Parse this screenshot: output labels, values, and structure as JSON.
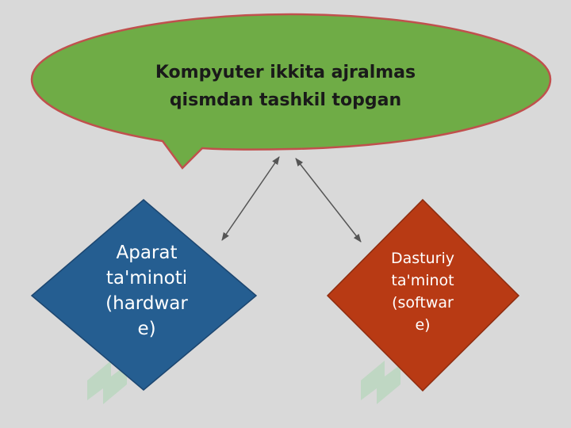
{
  "colors": {
    "background": "#d9d9d9",
    "callout_fill": "#6fac46",
    "callout_border": "#c0504d",
    "hardware_fill": "#255e91",
    "software_fill": "#b83a14",
    "arrow": "#555555"
  },
  "callout": {
    "text": "Kompyuter ikkita ajralmas\nqismdan tashkil topgan"
  },
  "hardware_node": {
    "text": "Aparat\nta'minoti\n(hardwar\ne)"
  },
  "software_node": {
    "text": "Dasturiy\nta'minot\n(softwar\ne)"
  }
}
